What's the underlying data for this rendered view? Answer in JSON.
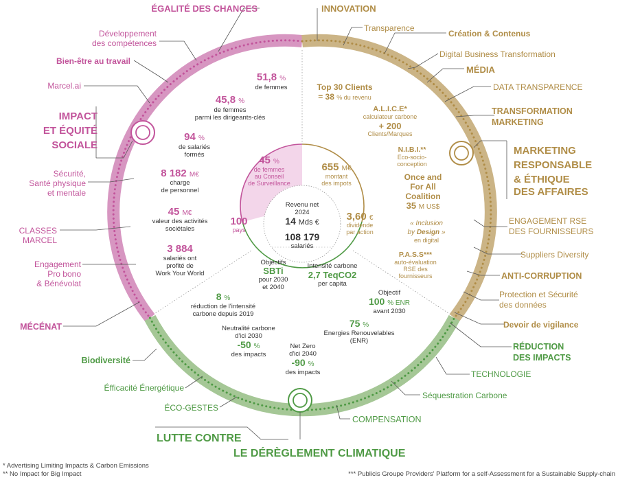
{
  "colors": {
    "social": "#c2549b",
    "social_ring": "#d796c1",
    "social_light": "#f3d6ea",
    "marketing": "#b08d47",
    "marketing_ring": "#cbb486",
    "climate": "#4f9a45",
    "climate_ring": "#a5c796",
    "line": "#555555",
    "dotted": "#888888",
    "center_text": "#333333"
  },
  "center": {
    "revenue_label": "Revenu net",
    "revenue_year": "2024",
    "revenue_value": "14",
    "revenue_unit": "Mds €",
    "employees_value": "108 179",
    "employees_label": "salariés",
    "women_board_value": "45",
    "women_board_unit": "%",
    "women_board_l1": "de femmes",
    "women_board_l2": "au Conseil",
    "women_board_l3": "de Surveillance",
    "countries_value": "100",
    "countries_label": "pays",
    "taxes_value": "655",
    "taxes_unit": "M€",
    "taxes_l1": "montant",
    "taxes_l2": "des impots",
    "dividend_value": "3,60",
    "dividend_unit": "€",
    "dividend_l1": "dividende",
    "dividend_l2": "par action",
    "sbti_l1": "Objectifs",
    "sbti_value": "SBTi",
    "sbti_l2": "pour 2030",
    "sbti_l3": "et 2040",
    "carbon_l1": "Intensité carbone",
    "carbon_value": "2,7 TeqCO2",
    "carbon_l2": "per capita"
  },
  "social": {
    "women_value": "51,8",
    "women_unit": "%",
    "women_label": "de femmes",
    "women_leaders_value": "45,8",
    "women_leaders_unit": "%",
    "women_leaders_l1": "de femmes",
    "women_leaders_l2": "parmi les dirigeants-clés",
    "trained_value": "94",
    "trained_unit": "%",
    "trained_l1": "de salariés",
    "trained_l2": "formés",
    "personnel_value": "8 182",
    "personnel_unit": "M€",
    "personnel_l1": "charge",
    "personnel_l2": "de personnel",
    "societal_value": "45",
    "societal_unit": "M€",
    "societal_l1": "valeur des activités",
    "societal_l2": "sociétales",
    "wyw_value": "3 884",
    "wyw_l1": "salariés ont",
    "wyw_l2": "profité de",
    "wyw_l3": "Work Your World"
  },
  "marketing": {
    "top30_l1": "Top 30 Clients",
    "top30_l2": "= 38",
    "top30_unit": "% du revenu",
    "alice_title": "A.L.I.C.E*",
    "alice_l1": "calculateur carbone",
    "alice_value": "+ 200",
    "alice_l2": "Clients/Marques",
    "nibi_title": "N.I.B.I.**",
    "nibi_l1": "Eco-socio-",
    "nibi_l2": "conception",
    "ofa_l1": "Once and",
    "ofa_l2": "For All",
    "ofa_l3": "Coalition",
    "ofa_value": "35",
    "ofa_unit": "M US$",
    "ibd_l1": "« Inclusion",
    "ibd_l2a": "by ",
    "ibd_l2b": "Design",
    "ibd_l2c": " »",
    "ibd_l3": "en digital",
    "pass_title": "P.A.S.S***",
    "pass_l1": "auto-évaluation",
    "pass_l2": "RSE des",
    "pass_l3": "fournisseurs"
  },
  "climate": {
    "reduction_value": "8",
    "reduction_unit": "%",
    "reduction_l1": "réduction de l'intensité",
    "reduction_l2": "carbone depuis 2019",
    "enr_obj_l1": "Objectif",
    "enr_obj_value": "100",
    "enr_obj_unit": "% ENR",
    "enr_obj_l2": "avant 2030",
    "enr_value": "75",
    "enr_unit": "%",
    "enr_l1": "Energies Renouvelables",
    "enr_l2": "(ENR)",
    "neutral_l1": "Neutralité carbone",
    "neutral_l2": "d'ici 2030",
    "neutral_value": "-50",
    "neutral_unit": "%",
    "neutral_l3": "des impacts",
    "netzero_l1": "Net Zero",
    "netzero_l2": "d'ici 2040",
    "netzero_value": "-90",
    "netzero_unit": "%",
    "netzero_l3": "des impacts"
  },
  "outer": {
    "social_title_1": "IMPACT",
    "social_title_2": "ET ÉQUITÉ",
    "social_title_3": "SOCIALE",
    "egalite": "ÉGALITÉ DES CHANCES",
    "dev_1": "Développement",
    "dev_2": "des compétences",
    "bien_etre": "Bien-être au travail",
    "marcel_ai": "Marcel.ai",
    "securite_1": "Sécurité,",
    "securite_2": "Santé physique",
    "securite_3": "et mentale",
    "classes_1": "CLASSES",
    "classes_2": "MARCEL",
    "engagement_1": "Engagement",
    "engagement_2": "Pro bono",
    "engagement_3": "& Bénévolat",
    "mecenat": "MÉCÉNAT",
    "innovation": "INNOVATION",
    "transparence": "Transparence",
    "creation": "Création & Contenus",
    "digital": "Digital Business Transformation",
    "media": "MÉDIA",
    "data_transparence": "DATA TRANSPARENCE",
    "transfo_1": "TRANSFORMATION",
    "transfo_2": "MARKETING",
    "mkt_title_1": "MARKETING",
    "mkt_title_2": "RESPONSABLE",
    "mkt_title_3": "& ÉTHIQUE",
    "mkt_title_4": "DES AFFAIRES",
    "eng_rse_1": "ENGAGEMENT RSE",
    "eng_rse_2": "DES FOURNISSEURS",
    "suppliers": "Suppliers Diversity",
    "anti_corruption": "ANTI-CORRUPTION",
    "protection_1": "Protection et Sécurité",
    "protection_2": "des données",
    "devoir": "Devoir de vigilance",
    "reduction_1": "RÉDUCTION",
    "reduction_2": "DES IMPACTS",
    "technologie": "TECHNOLOGIE",
    "sequestration": "Séquestration Carbone",
    "compensation": "COMPENSATION",
    "biodiversite": "Biodiversité",
    "efficacite": "Éfficacité Énergétique",
    "eco_gestes": "ÉCO-GESTES",
    "climate_title_1": "LUTTE CONTRE",
    "climate_title_2": "LE DÉRÈGLEMENT CLIMATIQUE"
  },
  "footnotes": {
    "f1": "* Advertising Limiting Impacts & Carbon Emissions",
    "f2": "** No Impact for Big Impact",
    "f3": "*** Publicis Groupe Providers' Platform for a self-Assessment for a Sustainable Supply-chain"
  }
}
